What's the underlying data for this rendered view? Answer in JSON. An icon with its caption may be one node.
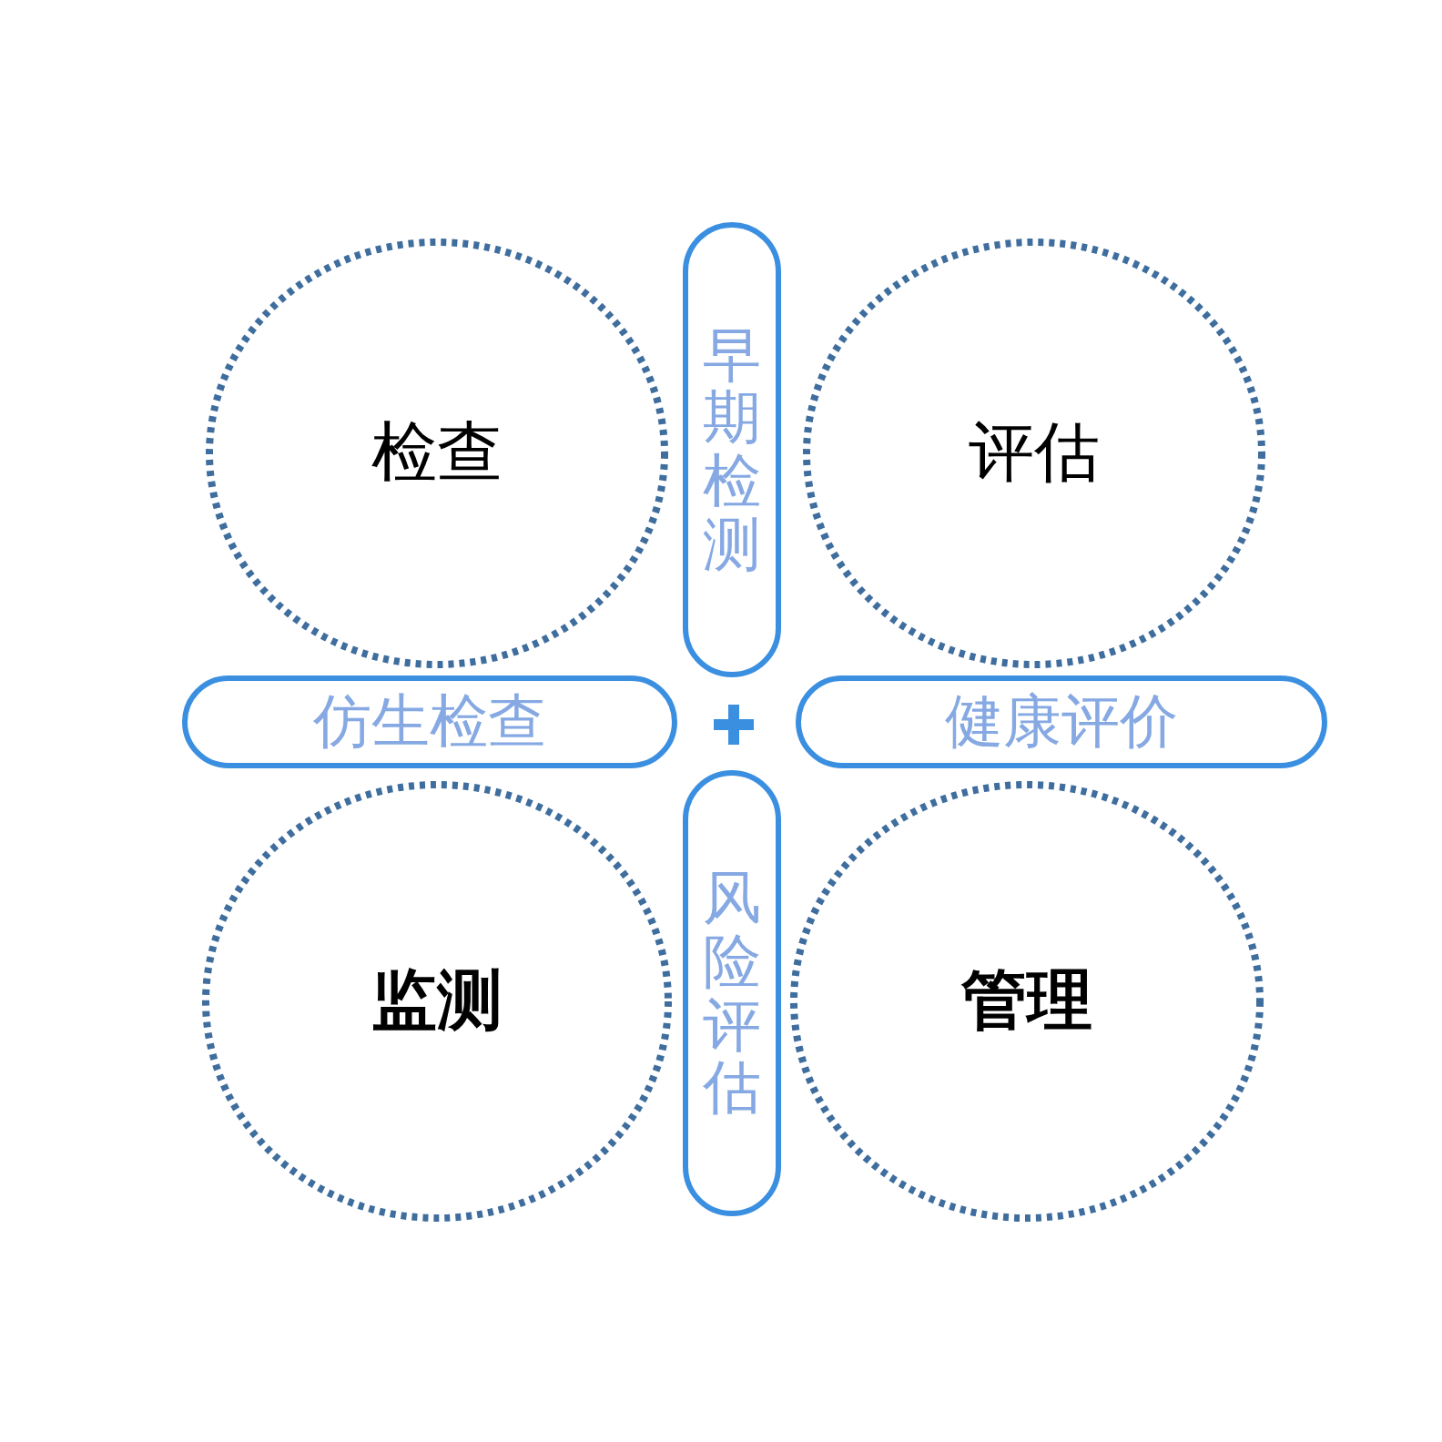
{
  "diagram": {
    "nodes": [
      {
        "text": [
          "检查"
        ]
      },
      {
        "text": [
          "早期检测"
        ]
      },
      {
        "text": [
          "评估"
        ]
      },
      {
        "text": [
          "仿生检查"
        ]
      },
      {
        "text": [
          "健康评价"
        ]
      },
      {
        "text": [
          "监测"
        ]
      },
      {
        "text": [
          "风险评估"
        ]
      },
      {
        "text": [
          "管理"
        ]
      }
    ],
    "edges": []
  }
}
